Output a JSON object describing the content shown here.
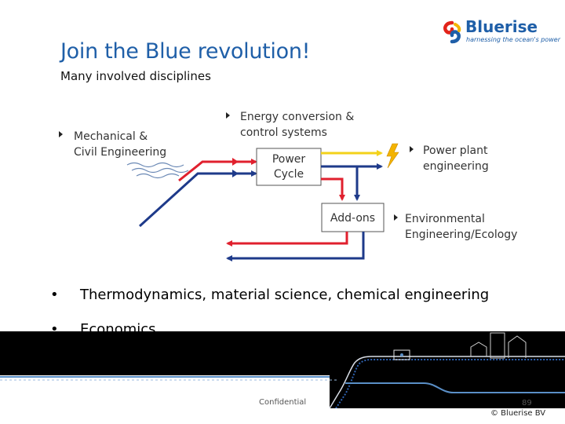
{
  "slide": {
    "title": "Join the Blue revolution!",
    "subtitle": "Many involved disciplines"
  },
  "logo": {
    "name": "Bluerise",
    "tagline": "harnessing the ocean's power",
    "icon": "swirl-logo-icon",
    "colors": {
      "red": "#e2231a",
      "yellow": "#f3b300",
      "blue": "#1f5fa8"
    }
  },
  "diagram": {
    "labels": {
      "mechanical_line1": "Mechanical &",
      "mechanical_line2": "Civil Engineering",
      "energy_line1": "Energy conversion &",
      "energy_line2": "control systems",
      "power_plant_line1": "Power plant",
      "power_plant_line2": "engineering",
      "environmental_line1": "Environmental",
      "environmental_line2": "Engineering/Ecology"
    },
    "boxes": {
      "power_cycle_line1": "Power",
      "power_cycle_line2": "Cycle",
      "add_ons": "Add-ons"
    },
    "colors": {
      "warm_flow": "#e0202e",
      "cold_flow": "#1e3a8a",
      "power_flow": "#f3d21a",
      "bolt": "#f3b300",
      "waves": "#6b89b5"
    }
  },
  "bullets": [
    "Thermodynamics, material science, chemical engineering",
    "Economics"
  ],
  "footer": {
    "confidential": "Confidential",
    "page_number": "89",
    "copyright": "© Bluerise BV"
  }
}
